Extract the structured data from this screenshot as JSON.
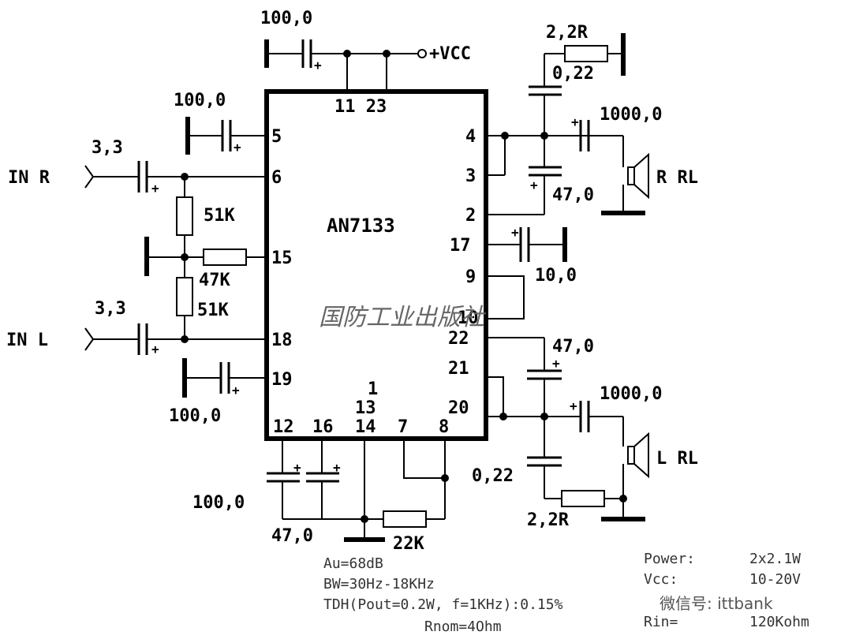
{
  "chip": {
    "name": "AN7133"
  },
  "pins": {
    "p11_23": "11 23",
    "p5": "5",
    "p6": "6",
    "p15": "15",
    "p18": "18",
    "p19": "19",
    "p4": "4",
    "p3": "3",
    "p2": "2",
    "p17": "17",
    "p9": "9",
    "p10": "10",
    "p22": "22",
    "p21": "21",
    "p20": "20",
    "p1": "1",
    "p13": "13",
    "p14": "14",
    "p7": "7",
    "p8": "8",
    "p12": "12",
    "p16": "16"
  },
  "labels": {
    "vcc": "+VCC",
    "in_r": "IN R",
    "in_l": "IN L",
    "r_rl": "R  RL",
    "l_rl": "L  RL"
  },
  "components": {
    "c_top": "100,0",
    "c_pin5": "100,0",
    "c_in_r": "3,3",
    "r_51k_top": "51K",
    "r_47k": "47K",
    "r_51k_bot": "51K",
    "c_in_l": "3,3",
    "c_pin19": "100,0",
    "r_22r_top": "2,2R",
    "c_022_top": "0,22",
    "c_1000_top": "1000,0",
    "c_47_top": "47,0",
    "c_pin17": "10,0",
    "c_47_bot": "47,0",
    "c_1000_bot": "1000,0",
    "c_022_bot": "0,22",
    "r_22r_bot": "2,2R",
    "c_pin12": "100,0",
    "c_pin16": "47,0",
    "r_22k": "22K"
  },
  "specs": {
    "au": "Au=68dB",
    "bw": "BW=30Hz-18KHz",
    "tdh": "TDH(Pout=0.2W, f=1KHz):0.15%",
    "rnom": "Rnom=4Ohm",
    "power_label": "Power:",
    "power_value": "2x2.1W",
    "vcc_label": "Vcc:",
    "vcc_value": "10-20V",
    "rin_label": "Rin=",
    "rin_value": "120Kohm"
  },
  "watermarks": {
    "publisher": "国防工业出版社",
    "wechat": "微信号: ittbank"
  }
}
